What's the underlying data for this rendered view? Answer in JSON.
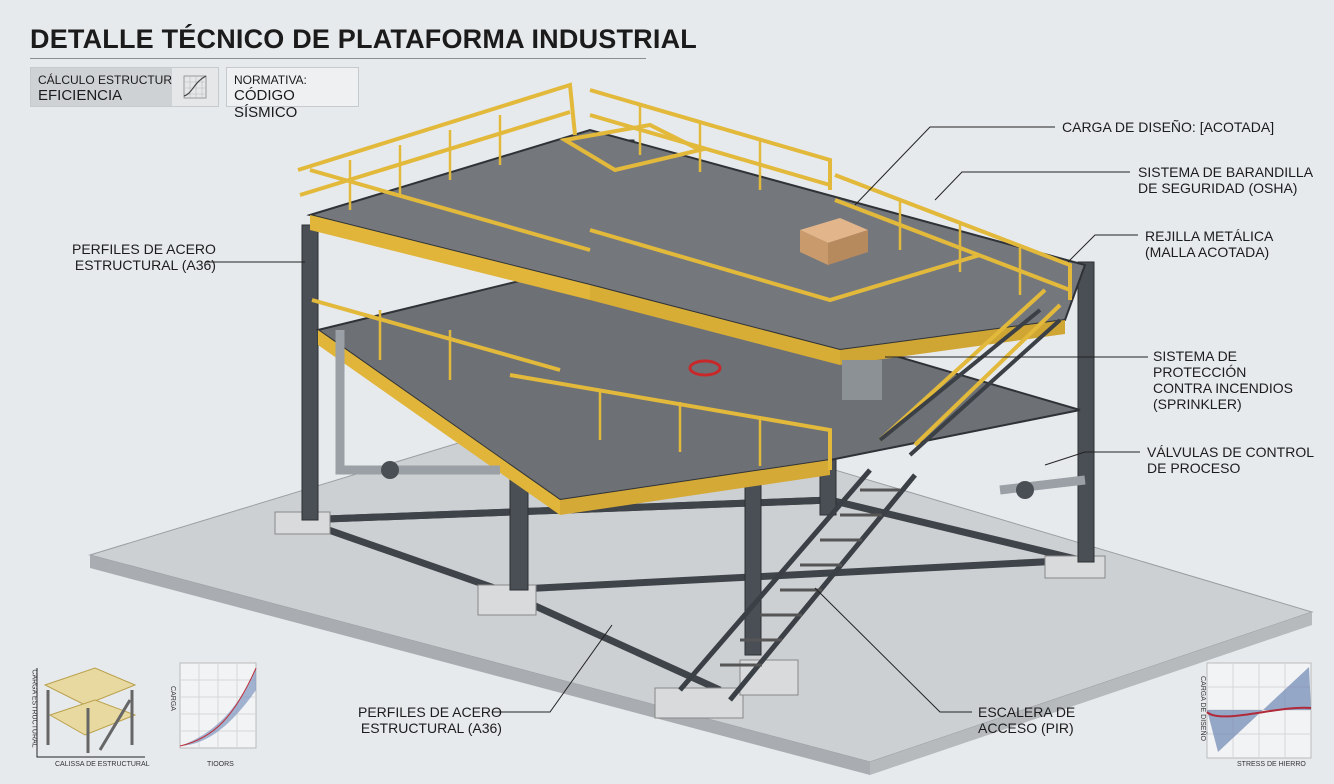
{
  "header": {
    "title": "DETALLE TÉCNICO DE PLATAFORMA INDUSTRIAL",
    "calc_label": "CÁLCULO ESTRUCTURAL:",
    "calc_value": "EFICIENCIA",
    "norm_label": "NORMATIVA:",
    "norm_value": "CÓDIGO SÍSMICO"
  },
  "callouts": {
    "load": "CARGA DE DISEÑO: [ACOTADA]",
    "railing_1": "SISTEMA DE BARANDILLA",
    "railing_2": "DE SEGURIDAD (OSHA)",
    "grating_1": "REJILLA METÁLICA",
    "grating_2": "(MALLA ACOTADA)",
    "steel_left_1": "PERFILES DE ACERO",
    "steel_left_2": "ESTRUCTURAL (A36)",
    "fire_1": "SISTEMA DE PROTECCIÓN",
    "fire_2": "CONTRA INCENDIOS",
    "fire_3": "(SPRINKLER)",
    "valves_1": "VÁLVULAS DE CONTROL",
    "valves_2": "DE PROCESO",
    "steel_bottom_1": "PERFILES DE ACERO",
    "steel_bottom_2": "ESTRUCTURAL (A36)",
    "stair_1": "ESCALERA DE",
    "stair_2": "ACCESO (PIR)"
  },
  "thumbnails": {
    "model_xlabel": "CALISSA DE ESTRUCTURAL",
    "model_ylabel": "CARGA ESTRUCTURAL",
    "curve_xlabel": "TIOORS",
    "curve_ylabel": "CARGA",
    "stress_xlabel": "STRESS DE HIERRO",
    "stress_ylabel": "CARGA DE DISEÑO"
  },
  "colors": {
    "steel": "#4a4f55",
    "rail": "#e2b93b",
    "grating": "#6d7176",
    "slab": "#c9cccf"
  }
}
